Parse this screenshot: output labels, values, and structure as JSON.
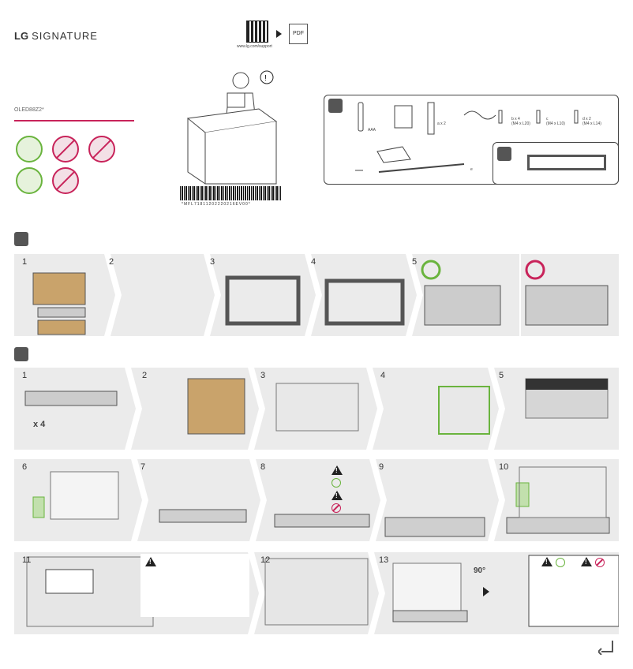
{
  "brand": {
    "logo": "LG",
    "name": "SIGNATURE"
  },
  "model": "OLED88Z2*",
  "qr": {
    "url_label": "www.lg.com/support",
    "pdf_label": "PDF"
  },
  "barcode": {
    "number": "*MFL71811202220216EV00*"
  },
  "parts": {
    "battery_label": "AAA",
    "a_count": "x 2",
    "b_count": "x 4",
    "b_spec": "(M4 x L20)",
    "c_spec": "(M4 x L10)",
    "d_count": "x 2",
    "d_spec": "(M4 x L14)",
    "letters": [
      "a",
      "b",
      "c",
      "d",
      "e"
    ]
  },
  "section1": {
    "steps": [
      "1",
      "2",
      "3",
      "4",
      "5"
    ]
  },
  "section2": {
    "row1": [
      "1",
      "2",
      "3",
      "4",
      "5"
    ],
    "row2": [
      "6",
      "7",
      "8",
      "9",
      "10"
    ],
    "row3": [
      "11",
      "12",
      "13"
    ],
    "x4": "x 4",
    "rotate": "90°"
  },
  "colors": {
    "ok": "#6ab43e",
    "no": "#c8235a",
    "strip": "#ebebeb"
  }
}
